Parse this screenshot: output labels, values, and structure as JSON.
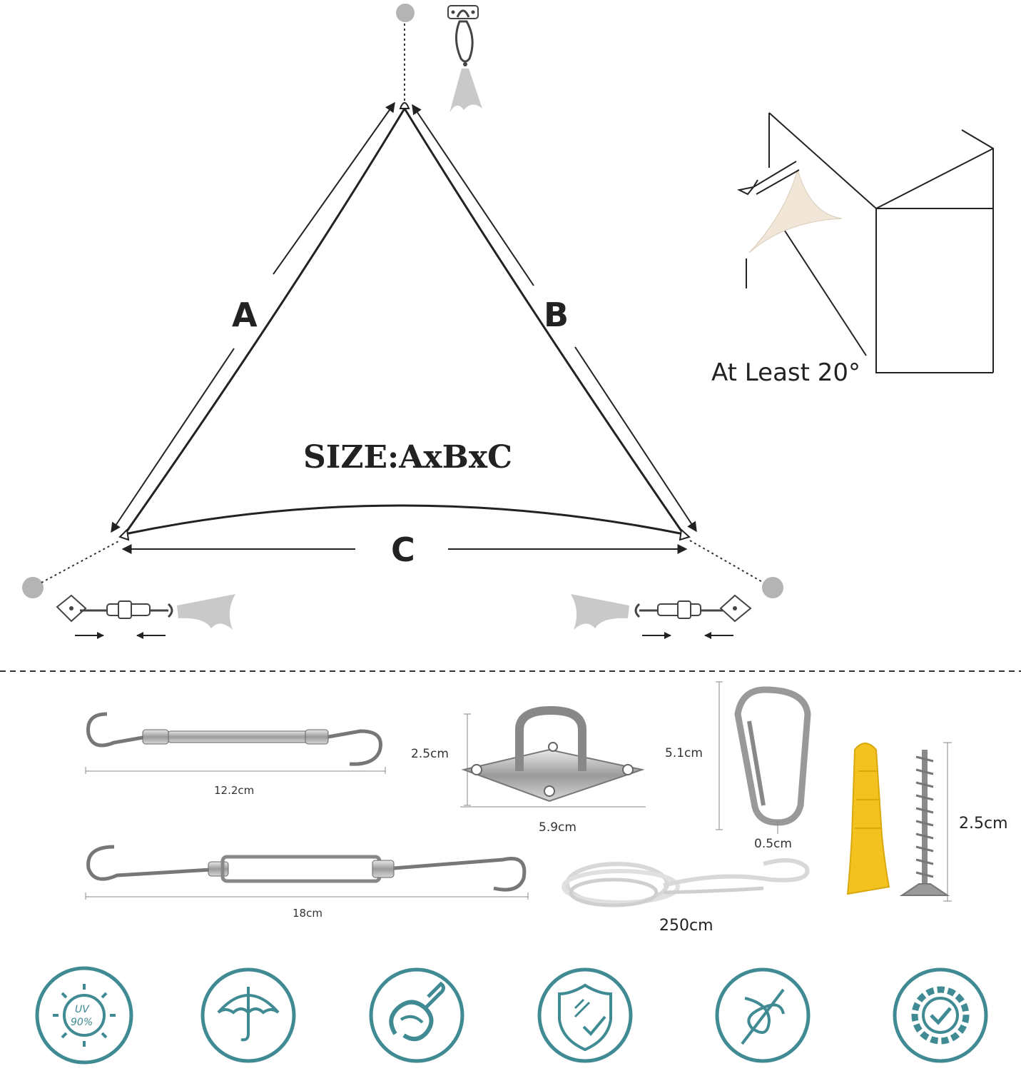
{
  "diagram": {
    "side_a_label": "A",
    "side_b_label": "B",
    "side_c_label": "C",
    "size_text": "SIZE:AxBxC",
    "angle_text": "At Least 20°"
  },
  "accessories": {
    "turnbuckle_small_length": "12.2cm",
    "turnbuckle_large_length": "18cm",
    "pad_eye_height": "2.5cm",
    "pad_eye_width": "5.9cm",
    "carabiner_height": "5.1cm",
    "carabiner_thickness": "0.5cm",
    "screw_length": "2.5cm",
    "rope_length": "250cm"
  },
  "features": {
    "uv_text": "UV",
    "uv_percent": "90%",
    "icons": [
      "uv-protection-icon",
      "umbrella-icon",
      "rope-icon",
      "shield-icon",
      "needle-thread-icon",
      "gear-check-icon"
    ]
  },
  "colors": {
    "teal": "#3f8a93",
    "line": "#222222",
    "gray_dot": "#b4b4b4",
    "sail_beige": "#f1e6d8",
    "anchor_yellow": "#f3c21f",
    "steel": "#9a9a9a"
  }
}
